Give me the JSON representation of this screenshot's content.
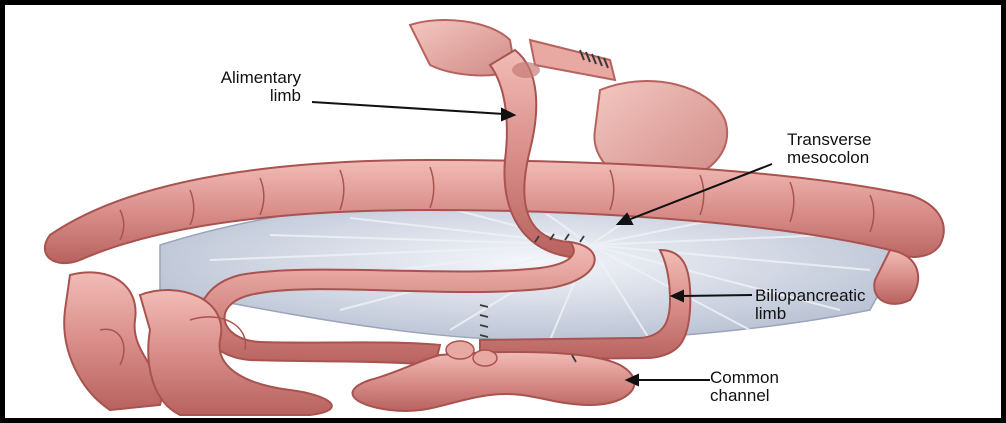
{
  "labels": {
    "alimentary": {
      "line1": "Alimentary",
      "line2": "limb"
    },
    "transverse": {
      "line1": "Transverse",
      "line2": "mesocolon"
    },
    "biliopancreatic": {
      "line1": "Biliopancreatic",
      "line2": "limb"
    },
    "common": {
      "line1": "Common",
      "line2": "channel"
    }
  },
  "colors": {
    "frame": "#000000",
    "bowel": "#d98e8a",
    "bowel_dark": "#b8625f",
    "bowel_light": "#f0b8b3",
    "mesentery": "#c9d0de",
    "mesentery_stripe": "#eef1f7",
    "stomach": "#e8a9a3",
    "staples": "#3a3a3a"
  }
}
